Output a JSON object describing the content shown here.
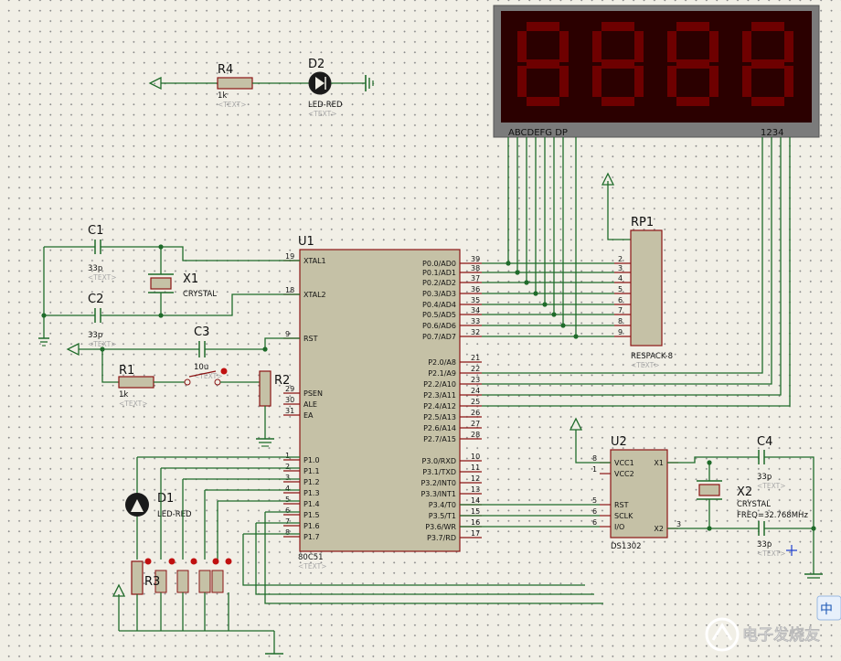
{
  "display": {
    "segment_labels": "ABCDEFG  DP",
    "digit_labels": "1234",
    "digits": [
      "8",
      "8",
      "8",
      "8"
    ]
  },
  "components": {
    "r4": {
      "ref": "R4",
      "value": "1k",
      "text": "<TEXT>"
    },
    "d2": {
      "ref": "D2",
      "value": "LED-RED",
      "text": "<TEXT>"
    },
    "c1": {
      "ref": "C1",
      "value": "33p",
      "text": "<TEXT>"
    },
    "x1": {
      "ref": "X1",
      "value": "CRYSTAL"
    },
    "c2": {
      "ref": "C2",
      "value": "33p",
      "text": "<TEXT>"
    },
    "c3": {
      "ref": "C3",
      "value": "10u",
      "text": "<TEXT>"
    },
    "r1": {
      "ref": "R1",
      "value": "1k",
      "text": "<TEXT>"
    },
    "r2": {
      "ref": "R2"
    },
    "d1": {
      "ref": "D1",
      "value": "LED-RED"
    },
    "u1": {
      "ref": "U1",
      "value": "80C51",
      "text": "<TEXT>"
    },
    "rp1": {
      "ref": "RP1",
      "value": "RESPACK-8",
      "text": "<TEXT>"
    },
    "u2": {
      "ref": "U2",
      "value": "DS1302"
    },
    "c4": {
      "ref": "C4",
      "value": "33p",
      "text": "<TEXT>"
    },
    "x2": {
      "ref": "X2",
      "value": "CRYSTAL",
      "freq": "FREQ=32.768MHz"
    },
    "c5": {
      "value": "33p",
      "text": "<TEXT>"
    }
  },
  "u1_pins": {
    "left": [
      {
        "num": "19",
        "name": "XTAL1"
      },
      {
        "num": "18",
        "name": "XTAL2"
      },
      {
        "num": "9",
        "name": "RST"
      },
      {
        "num": "29",
        "name": "PSEN"
      },
      {
        "num": "30",
        "name": "ALE"
      },
      {
        "num": "31",
        "name": "EA"
      },
      {
        "num": "1",
        "name": "P1.0"
      },
      {
        "num": "2",
        "name": "P1.1"
      },
      {
        "num": "3",
        "name": "P1.2"
      },
      {
        "num": "4",
        "name": "P1.3"
      },
      {
        "num": "5",
        "name": "P1.4"
      },
      {
        "num": "6",
        "name": "P1.5"
      },
      {
        "num": "7",
        "name": "P1.6"
      },
      {
        "num": "8",
        "name": "P1.7"
      }
    ],
    "right": [
      {
        "num": "39",
        "name": "P0.0/AD0"
      },
      {
        "num": "38",
        "name": "P0.1/AD1"
      },
      {
        "num": "37",
        "name": "P0.2/AD2"
      },
      {
        "num": "36",
        "name": "P0.3/AD3"
      },
      {
        "num": "35",
        "name": "P0.4/AD4"
      },
      {
        "num": "34",
        "name": "P0.5/AD5"
      },
      {
        "num": "33",
        "name": "P0.6/AD6"
      },
      {
        "num": "32",
        "name": "P0.7/AD7"
      },
      {
        "num": "21",
        "name": "P2.0/A8"
      },
      {
        "num": "22",
        "name": "P2.1/A9"
      },
      {
        "num": "23",
        "name": "P2.2/A10"
      },
      {
        "num": "24",
        "name": "P2.3/A11"
      },
      {
        "num": "25",
        "name": "P2.4/A12"
      },
      {
        "num": "26",
        "name": "P2.5/A13"
      },
      {
        "num": "27",
        "name": "P2.6/A14"
      },
      {
        "num": "28",
        "name": "P2.7/A15"
      },
      {
        "num": "10",
        "name": "P3.0/RXD"
      },
      {
        "num": "11",
        "name": "P3.1/TXD"
      },
      {
        "num": "12",
        "name": "P3.2/INT0"
      },
      {
        "num": "13",
        "name": "P3.3/INT1"
      },
      {
        "num": "14",
        "name": "P3.4/T0"
      },
      {
        "num": "15",
        "name": "P3.5/T1"
      },
      {
        "num": "16",
        "name": "P3.6/WR"
      },
      {
        "num": "17",
        "name": "P3.7/RD"
      }
    ]
  },
  "rp1_pins": [
    "2",
    "3",
    "4",
    "5",
    "6",
    "7",
    "8",
    "9"
  ],
  "u2_pins": {
    "left": [
      {
        "num": "8",
        "name": "VCC1"
      },
      {
        "num": "1",
        "name": "VCC2"
      },
      {
        "num": "5",
        "name": "RST"
      },
      {
        "num": "6",
        "name": "SCLK"
      },
      {
        "num": "6",
        "name": "I/O"
      }
    ],
    "right": [
      {
        "num": "",
        "name": "X1"
      },
      {
        "num": "3",
        "name": "X2"
      }
    ]
  },
  "watermark": {
    "text": "电子发烧友",
    "badge": "中"
  }
}
